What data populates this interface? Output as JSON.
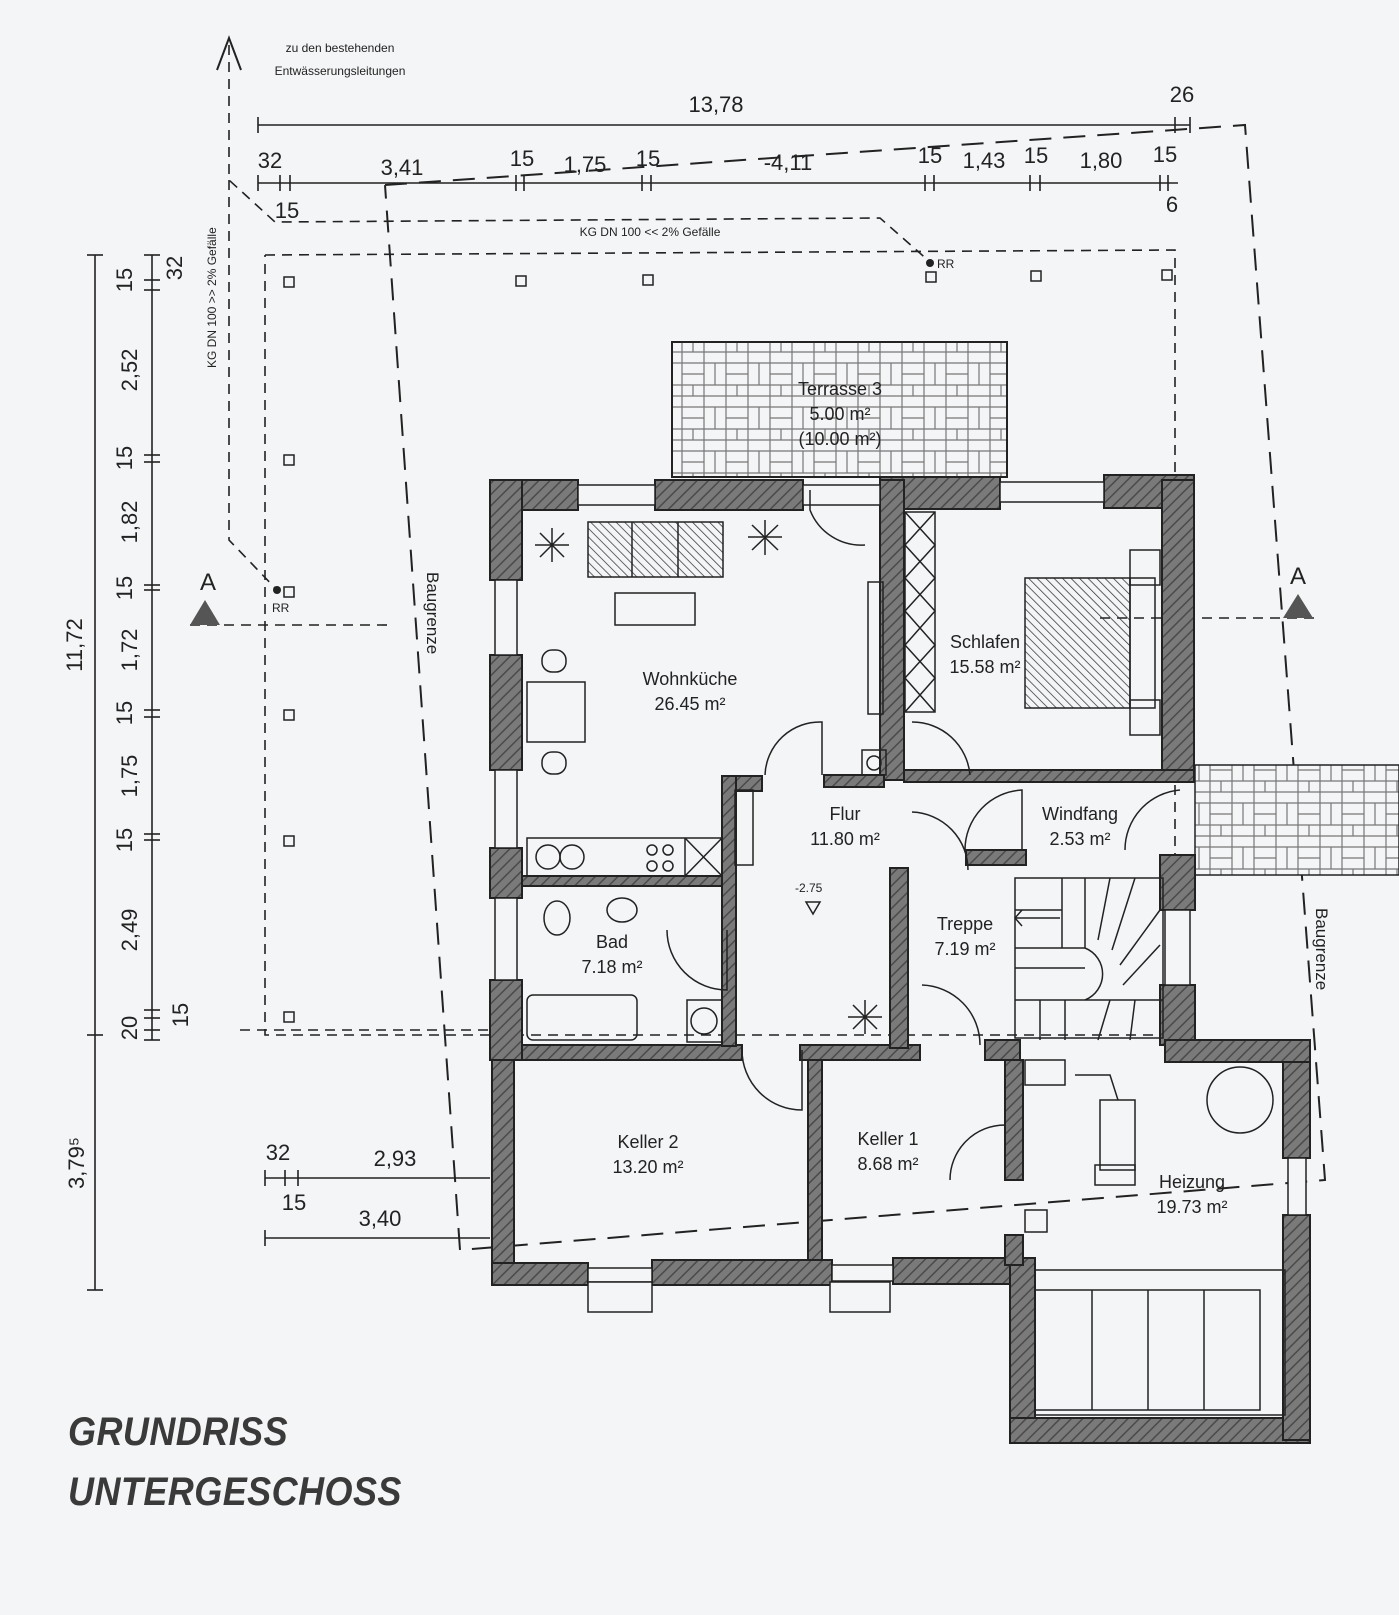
{
  "title": {
    "line1": "GRUNDRISS",
    "line2": "UNTERGESCHOSS"
  },
  "annotations": {
    "drain_note_line1": "zu den bestehenden",
    "drain_note_line2": "Entwässerungsleitungen",
    "pipe_top": "KG DN 100 << 2% Gefälle",
    "pipe_left": "KG DN 100 >> 2% Gefälle",
    "rr": "RR",
    "baugrenze": "Baugrenze",
    "section_mark": "A",
    "level": "-2.75"
  },
  "rooms": {
    "terrasse": {
      "name": "Terrasse 3",
      "area": "5.00 m²",
      "area2": "(10.00 m²)"
    },
    "wohnkueche": {
      "name": "Wohnküche",
      "area": "26.45 m²"
    },
    "schlafen": {
      "name": "Schlafen",
      "area": "15.58 m²"
    },
    "flur": {
      "name": "Flur",
      "area": "11.80 m²"
    },
    "windfang": {
      "name": "Windfang",
      "area": "2.53 m²"
    },
    "bad": {
      "name": "Bad",
      "area": "7.18 m²"
    },
    "treppe": {
      "name": "Treppe",
      "area": "7.19 m²"
    },
    "keller2": {
      "name": "Keller 2",
      "area": "13.20 m²"
    },
    "keller1": {
      "name": "Keller 1",
      "area": "8.68 m²"
    },
    "heizung": {
      "name": "Heizung",
      "area": "19.73 m²"
    }
  },
  "dimensions": {
    "top_total": "13,78",
    "top_right_extra": "26",
    "top_chain": [
      "32",
      "3,41",
      "15",
      "1,75",
      "15",
      "-4,11",
      "15",
      "1,43",
      "15",
      "1,80",
      "15"
    ],
    "top_below": [
      "15",
      "6"
    ],
    "left_total": "11,72",
    "left_chain": [
      "32",
      "15",
      "2,52",
      "15",
      "1,82",
      "15",
      "1,72",
      "15",
      "1,75",
      "15",
      "2,49",
      "15",
      "20"
    ],
    "left_lower": "3,79⁵",
    "bottom_chain1": [
      "32",
      "2,93",
      "15"
    ],
    "bottom_chain2": "3,40"
  }
}
